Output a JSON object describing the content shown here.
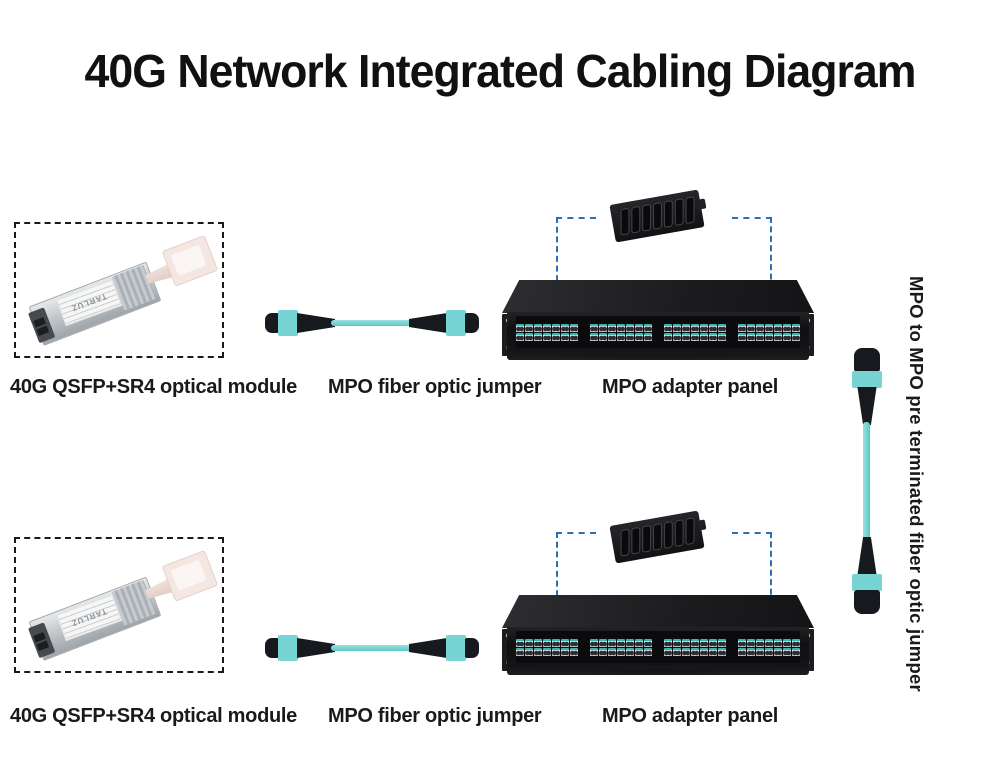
{
  "title": "40G Network Integrated Cabling Diagram",
  "side_label": "MPO to MPO pre terminated fiber optic jumper",
  "rows": [
    {
      "module_label": "40G QSFP+SR4 optical module",
      "jumper_label": "MPO fiber optic jumper",
      "panel_label": "MPO adapter panel"
    },
    {
      "module_label": "40G QSFP+SR4 optical module",
      "jumper_label": "MPO fiber optic jumper",
      "panel_label": "MPO adapter panel"
    }
  ],
  "module": {
    "brand": "TARLUZ"
  },
  "panel_ports": {
    "groups": 4,
    "columns": 7,
    "rows": 2
  },
  "adapter_strip": {
    "slots": 7
  },
  "colors": {
    "cable_aqua": "#76d4d4",
    "connector_black": "#16191d",
    "callout_blue": "#2f6fad",
    "panel_black": "#17171a",
    "port_teal": "#35b8ad",
    "title_black": "#111111"
  }
}
